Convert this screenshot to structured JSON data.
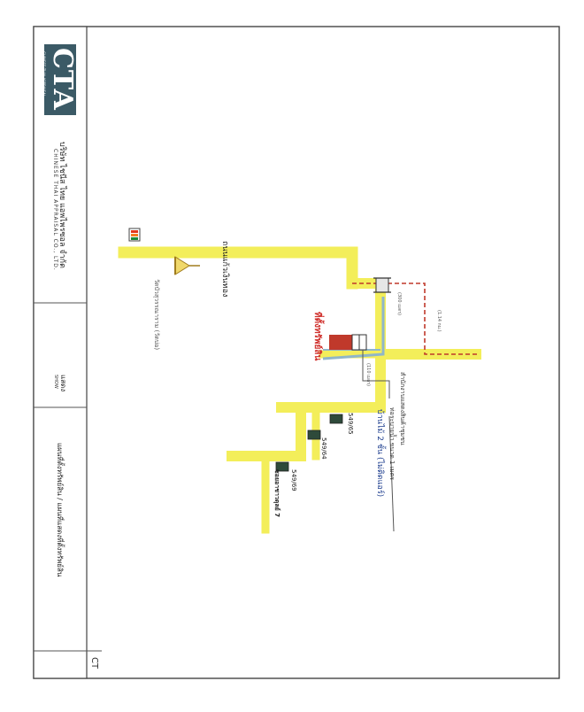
{
  "company": {
    "logo_text": "CTA",
    "logo_subtitle": "CHINESE THAI APPRAISAL",
    "name_th": "บริษัท ไชนีส ไทย แอพไพรซอล จำกัด",
    "name_en": "CHINESE THAI APPRAISAL CO., LTD."
  },
  "sheet": {
    "show_label_th": "แสดง",
    "show_label_en": "SHOW",
    "title": "แผนที่ตั้งทรัพย์สิน / แผนที่แสดงที่ตั้งทรัพย์สิน",
    "corner_code": "CT"
  },
  "map": {
    "road_main": "ถนนแก้วเงินทอง",
    "temple": "วัดบัวสุวรรณาราม (วัดบ่อ)",
    "property_label": "ที่ตั้งทรัพย์สิน",
    "soi_label": "ซอยอาชาวดุลย์ 7",
    "pipe_note": "ท่อระบายน้ำ ขนาด 1 เมตร",
    "community_note": "สำนักงานแสดงสินค้าชุมชน",
    "house_note": "บ้านไม้ 2 ชั้น (ไม่ติดแอร์)",
    "distance_1": "(300 เมตร)",
    "distance_2": "(110 เมตร)",
    "distance_3": "(1.14 กม.)",
    "house_1": "549/65",
    "house_2": "549/64",
    "house_3": "549/69",
    "store_icon": "7-eleven-store-icon",
    "colors": {
      "road": "#f3ee5a",
      "canal": "#8fb6c9",
      "property": "#c0392b",
      "property_label": "#d0312d",
      "route": "#c0392b"
    }
  }
}
